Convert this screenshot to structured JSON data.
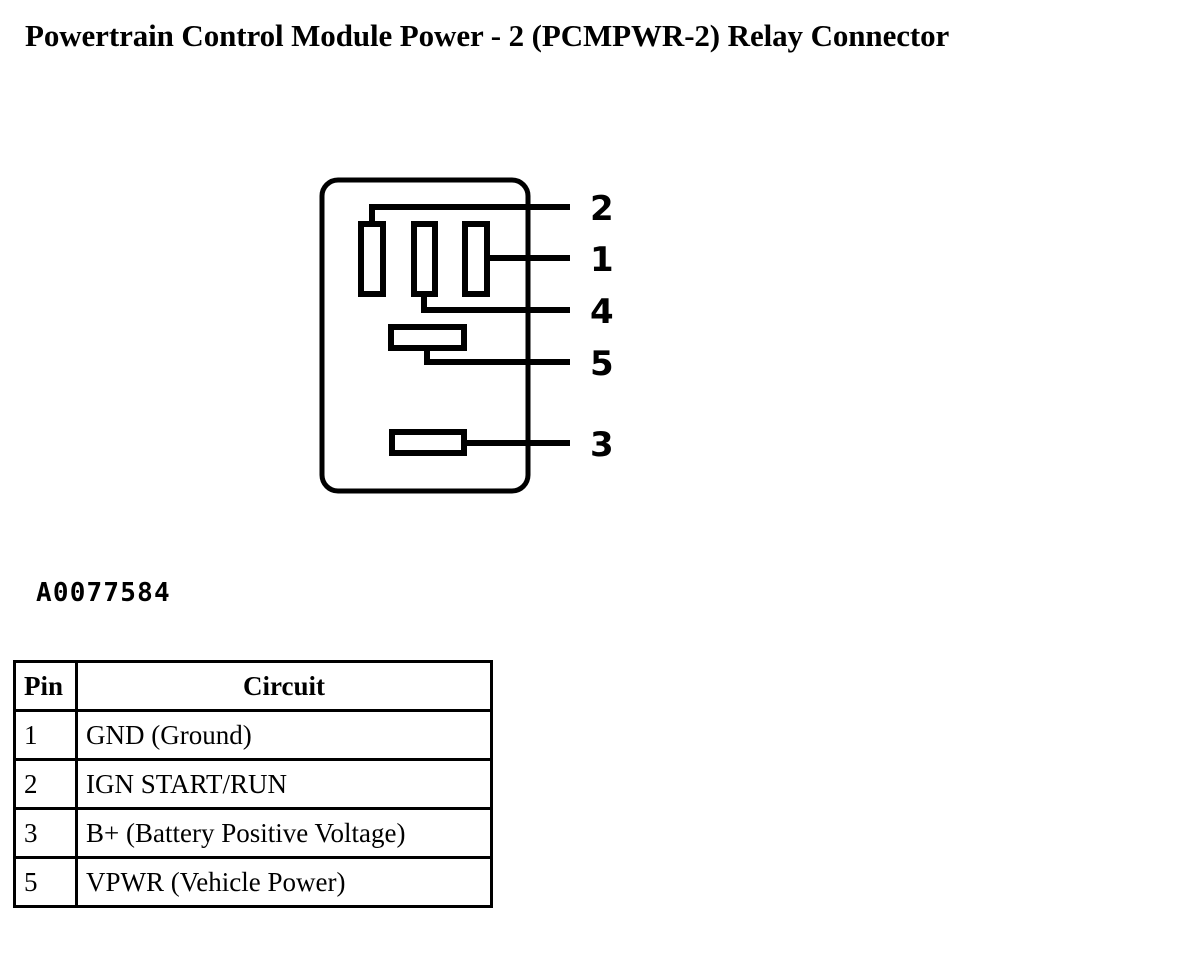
{
  "page": {
    "title": "Powertrain Control Module Power - 2 (PCMPWR-2) Relay Connector",
    "figure_code": "A0077584",
    "background_color": "#ffffff",
    "line_color": "#000000"
  },
  "diagram": {
    "name": "relay-connector-pinout",
    "pin_labels": [
      {
        "id": "pin-callout-2",
        "text": "2"
      },
      {
        "id": "pin-callout-1",
        "text": "1"
      },
      {
        "id": "pin-callout-4",
        "text": "4"
      },
      {
        "id": "pin-callout-5",
        "text": "5"
      },
      {
        "id": "pin-callout-3",
        "text": "3"
      }
    ],
    "terminals": [
      {
        "id": "terminal-blade-vertical-left",
        "orientation": "vertical"
      },
      {
        "id": "terminal-blade-vertical-middle",
        "orientation": "vertical"
      },
      {
        "id": "terminal-blade-vertical-right",
        "orientation": "vertical"
      },
      {
        "id": "terminal-blade-horizontal-upper",
        "orientation": "horizontal"
      },
      {
        "id": "terminal-blade-horizontal-lower",
        "orientation": "horizontal"
      }
    ]
  },
  "table": {
    "headers": {
      "pin": "Pin",
      "circuit": "Circuit"
    },
    "rows": [
      {
        "pin": "1",
        "circuit": "GND (Ground)"
      },
      {
        "pin": "2",
        "circuit": "IGN START/RUN"
      },
      {
        "pin": "3",
        "circuit": "B+ (Battery Positive Voltage)"
      },
      {
        "pin": "5",
        "circuit": "VPWR (Vehicle Power)"
      }
    ]
  }
}
